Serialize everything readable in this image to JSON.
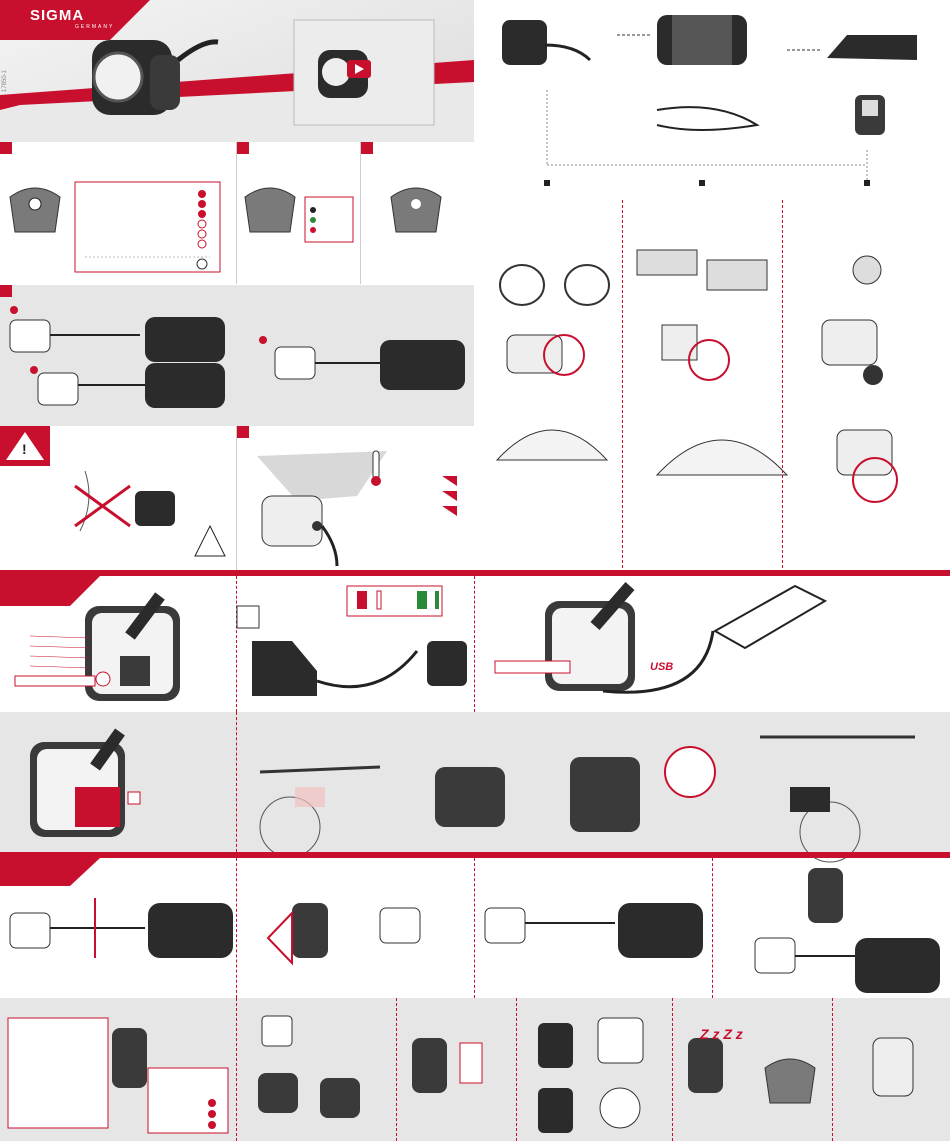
{
  "brand": {
    "name": "SIGMA",
    "tagline": "GERMANY",
    "accent_color": "#c8102e",
    "dark_color": "#2b2b2b"
  },
  "doc": {
    "code": "17850-1"
  },
  "icons": {
    "video": "play-icon",
    "warning": "warning-icon",
    "thermometer": "thermometer-icon",
    "usb": "usb-icon",
    "sleep": "sleep-icon"
  },
  "labels": {
    "usb": "USB",
    "sleep_text": "Z z Z z",
    "warning_symbol": "!"
  }
}
